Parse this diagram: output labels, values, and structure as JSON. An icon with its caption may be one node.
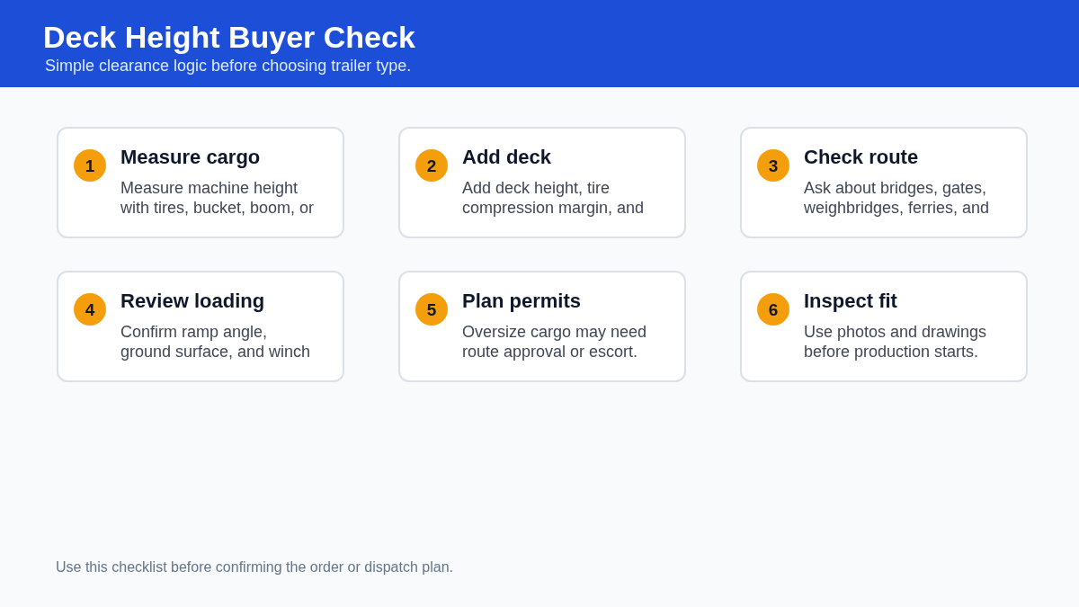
{
  "diagram": {
    "title": "Deck Height Buyer Check",
    "nodes": [
      {
        "text": [
          "Measure cargo",
          "Measure machine height with tires, bucket, boom, or"
        ]
      },
      {
        "text": [
          "1"
        ],
        "in": 0
      },
      {
        "text": [
          "Add deck",
          "Add deck height, tire compression margin, and"
        ]
      },
      {
        "text": [
          "2"
        ],
        "in": 2
      },
      {
        "text": [
          "Check route",
          "Ask about bridges, gates, weighbridges, ferries, and"
        ]
      },
      {
        "text": [
          "3"
        ],
        "in": 4
      },
      {
        "text": [
          "Review loading",
          "Confirm ramp angle, ground surface, and winch"
        ]
      },
      {
        "text": [
          "4"
        ],
        "in": 6
      },
      {
        "text": [
          "Plan permits",
          "Oversize cargo may need route approval or escort."
        ]
      },
      {
        "text": [
          "5"
        ],
        "in": 8
      },
      {
        "text": [
          "Inspect fit",
          "Use photos and drawings before production starts."
        ]
      },
      {
        "text": [
          "6"
        ],
        "in": 10
      }
    ],
    "labels": [
      "Simple clearance logic before choosing trailer type."
    ],
    "caption": "Use this checklist before confirming the order or dispatch plan."
  }
}
